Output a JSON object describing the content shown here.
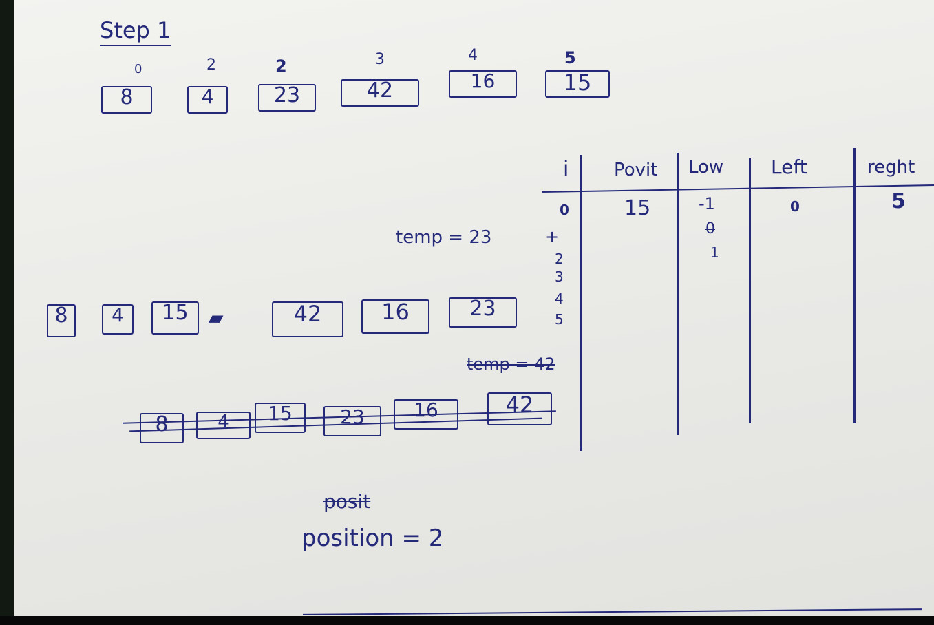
{
  "step_title": "Step 1",
  "top_array": {
    "indices": [
      "0",
      "2",
      "2",
      "3",
      "4",
      "5"
    ],
    "values": [
      "8",
      "4",
      "23",
      "42",
      "16",
      "15"
    ]
  },
  "temp1": "temp = 23",
  "middle_array": [
    "8",
    "4",
    "15",
    "42",
    "16",
    "23"
  ],
  "counter": [
    "+",
    "2",
    "3",
    "4",
    "5"
  ],
  "temp2": "temp = 42",
  "bottom_array": [
    "8",
    "4",
    "15",
    "23",
    "16",
    "42"
  ],
  "posit_struck": "posit",
  "position": "position = 2",
  "table": {
    "headers": [
      "i",
      "Povit",
      "Low",
      "Left",
      "reght"
    ],
    "row_i": "0",
    "pivot": "15",
    "low": [
      "-1",
      "0",
      "1"
    ],
    "left": "0",
    "right": "5"
  }
}
